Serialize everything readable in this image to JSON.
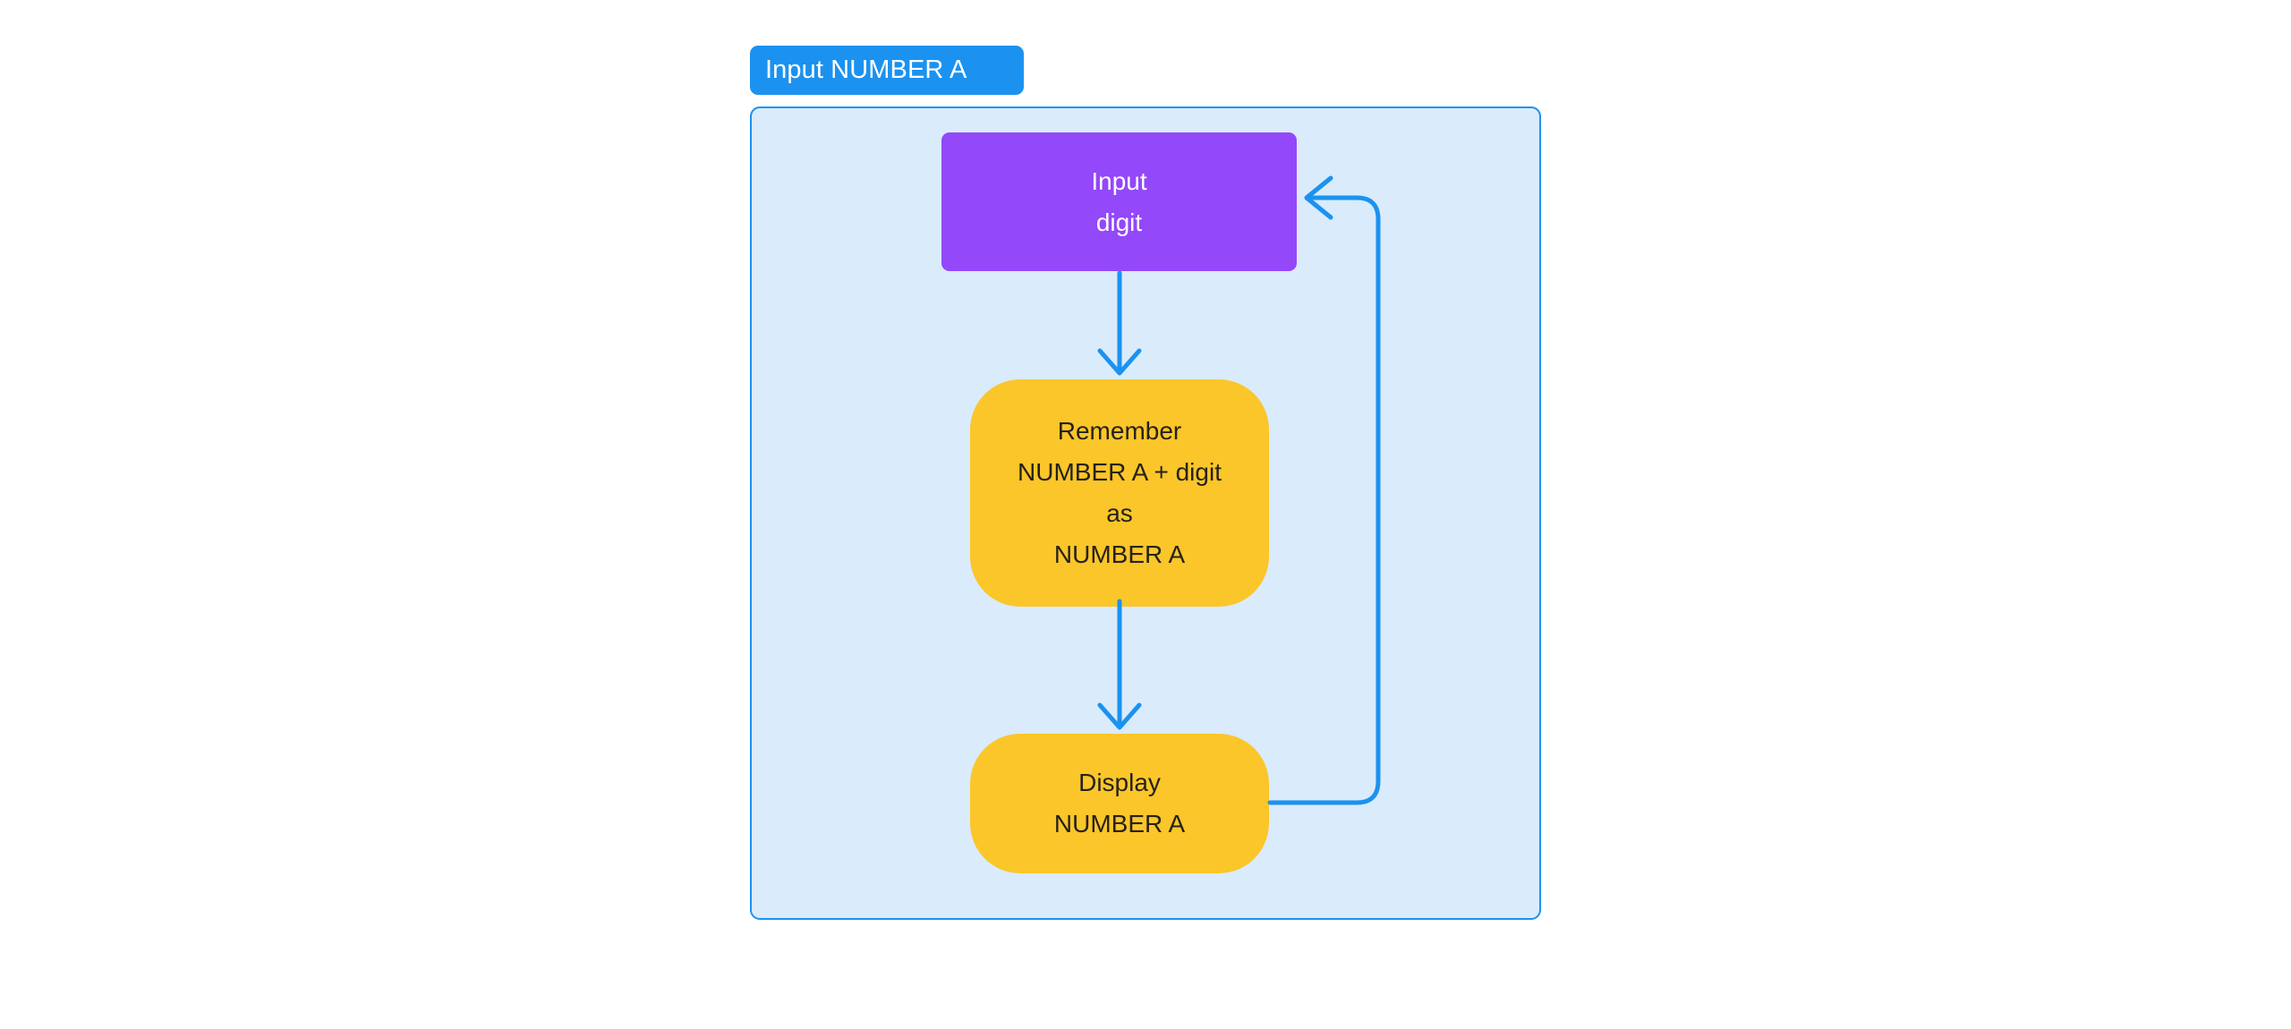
{
  "diagram": {
    "title_badge": {
      "label": "Input NUMBER A",
      "color": "#1b92f0",
      "text_color": "#ffffff"
    },
    "container": {
      "fill": "#daebfc",
      "border_color": "#1b92f0"
    },
    "accent_color": "#1b92f0",
    "nodes": [
      {
        "id": "input-digit",
        "shape": "rounded-rectangle",
        "fill": "#9348fa",
        "text_color": "#ffffff",
        "lines": [
          "Input",
          "digit"
        ]
      },
      {
        "id": "remember",
        "shape": "stadium",
        "fill": "#fbc62a",
        "text_color": "#26221a",
        "lines": [
          "Remember",
          "NUMBER A + digit",
          "as",
          "NUMBER A"
        ]
      },
      {
        "id": "display",
        "shape": "stadium",
        "fill": "#fbc62a",
        "text_color": "#26221a",
        "lines": [
          "Display",
          "NUMBER A"
        ]
      }
    ],
    "connectors": [
      {
        "id": "input-to-remember",
        "from": "input-digit",
        "to": "remember",
        "style": "straight-arrow-down"
      },
      {
        "id": "remember-to-display",
        "from": "remember",
        "to": "display",
        "style": "straight-arrow-down"
      },
      {
        "id": "display-to-input-loop",
        "from": "display",
        "to": "input-digit",
        "style": "loop-back-arrow-left"
      }
    ]
  }
}
